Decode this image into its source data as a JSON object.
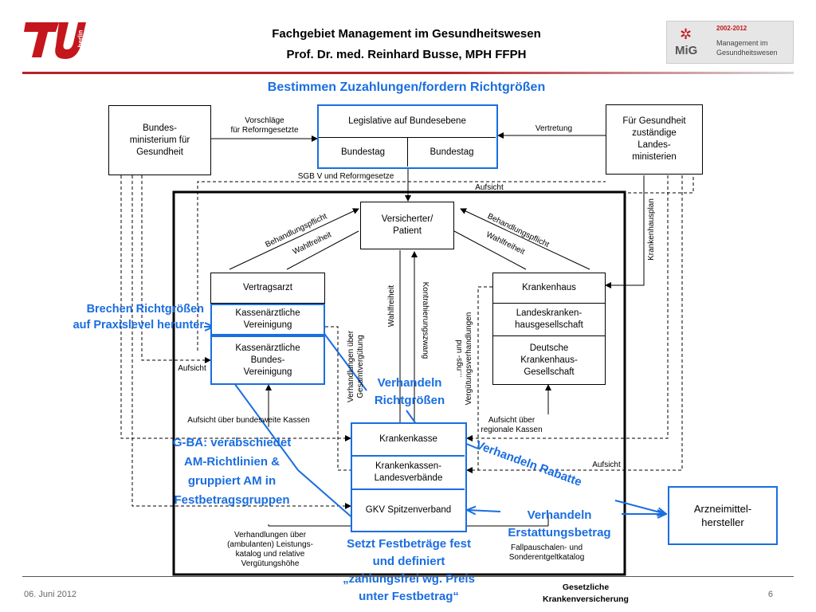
{
  "header": {
    "title_line1": "Fachgebiet Management im Gesundheitswesen",
    "title_line2": "Prof. Dr. med. Reinhard Busse, MPH FFPH",
    "tu_logo_text": "berlin",
    "mig_logo": {
      "mig": "MiG",
      "years": "2002-2012",
      "text1": "Management im",
      "text2": "Gesundheitswesen"
    }
  },
  "slide_title": "Bestimmen Zuzahlungen/fordern Richtgrößen",
  "boxes": {
    "bmg": "Bundes-\nministerium für\nGesundheit",
    "legislative": "Legislative auf Bundesebene",
    "bundestag1": "Bundestag",
    "bundestag2": "Bundestag",
    "laender": "Für Gesundheit\nzuständige\nLandes-\nministerien",
    "patient": "Versicherter/\nPatient",
    "vertragsarzt": "Vertragsarzt",
    "kv": "Kassenärztliche\nVereinigung",
    "kbv": "Kassenärztliche\nBundes-\nVereinigung",
    "krankenhaus": "Krankenhaus",
    "lkg": "Landeskranken-\nhausgesellschaft",
    "dkg": "Deutsche\nKrankenhaus-\nGesellschaft",
    "krankenkasse": "Krankenkasse",
    "landesverbaende": "Krankenkassen-\nLandesverbände",
    "gkv": "GKV Spitzenverband",
    "arzneimittel": "Arzneimittel-\nhersteller"
  },
  "labels": {
    "vorschlaege": "Vorschläge\nfür Reformgesetzte",
    "vertretung": "Vertretung",
    "sgbv": "SGB V und Reformgesetze",
    "aufsicht_top": "Aufsicht",
    "krankenhausplan": "Krankenhausplan",
    "behandlungspflicht_l": "Behandlungspflicht",
    "wahlfreiheit_l": "Wahlfreiheit",
    "behandlungspflicht_r": "Behandlungspflicht",
    "wahlfreiheit_r": "Wahlfreiheit",
    "wahlfreiheit_c": "Wahlfreiheit",
    "kontrahierungszwang": "Kontrahierungszwang",
    "verhandlungen_gesamt": "Verhandlungen über\nGesamtvergütung",
    "verguetungsverhandlungen": "...ngs- und\nVergütungsverhandlungen",
    "aufsicht_left": "Aufsicht",
    "aufsicht_bundesweit": "Aufsicht über bundesweite Kassen",
    "aufsicht_regional": "Aufsicht über\nregionale Kassen",
    "aufsicht_right": "Aufsicht",
    "verhandlungen_ambulant": "Verhandlungen über\n(ambulanten) Leistungs-\nkatalog  und relative\nVergütungshöhe",
    "fallpauschalen": "Fallpauschalen- und\nSonderentgeltkatalog"
  },
  "annotations": {
    "brechen": "Brechen Richtgrößen\nauf Praxislevel herunter",
    "verhandeln_richt": "Verhandeln\nRichtgrößen",
    "gba": "G-BA: verabschiedet\nAM-Richtlinien &\ngruppiert AM in\nFestbetragsgruppen",
    "rabatte": "Verhandeln Rabatte",
    "erstattung": "Verhandeln\nErstattungsbetrag",
    "festbetraege": "Setzt Festbeträge fest\nund definiert\n„zahlungsfrei wg. Preis\nunter Festbetrag“"
  },
  "footer": {
    "date": "06. Juni 2012",
    "section": "Gesetzliche\nKrankenversicherung",
    "page": "6"
  },
  "colors": {
    "accent_blue": "#1a6ee0",
    "tu_red": "#c4161c",
    "rule_red": "#b5232b"
  }
}
